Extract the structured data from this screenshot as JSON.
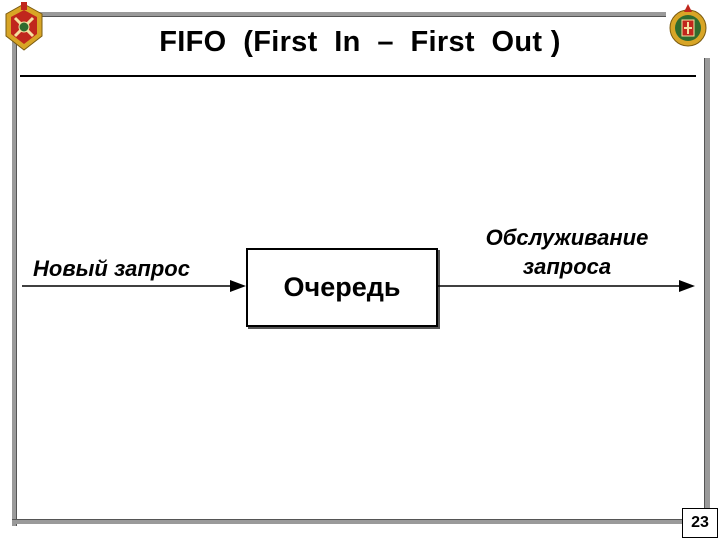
{
  "slide": {
    "title": "FIFO  (First  In  –  First  Out )",
    "page_number": "23"
  },
  "diagram": {
    "input_label": "Новый  запрос",
    "queue_label": "Очередь",
    "output_label_line1": "Обслуживание",
    "output_label_line2": "запроса"
  },
  "icons": {
    "left_emblem": "military-emblem-icon",
    "right_emblem": "military-emblem-icon"
  },
  "colors": {
    "frame": "#9a9a9a",
    "emblem_red": "#c0261d",
    "emblem_gold": "#d8a526",
    "emblem_green": "#2f6b2e"
  }
}
